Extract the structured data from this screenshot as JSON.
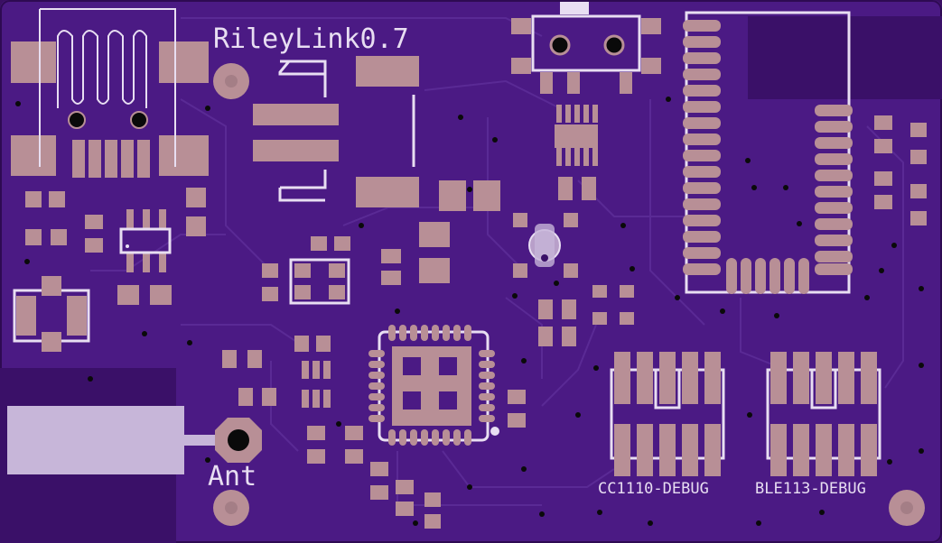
{
  "board": {
    "name": "RileyLink0.7",
    "antenna_label": "Ant",
    "debug_headers": [
      {
        "label": "CC1110-DEBUG"
      },
      {
        "label": "BLE113-DEBUG"
      }
    ]
  },
  "colors": {
    "board": "#4b1a84",
    "board_dark": "#3a1068",
    "copper_trace": "#5a2a95",
    "pad": "#b88f96",
    "silkscreen": "#e8def2",
    "hole": "#0a0a0a"
  }
}
